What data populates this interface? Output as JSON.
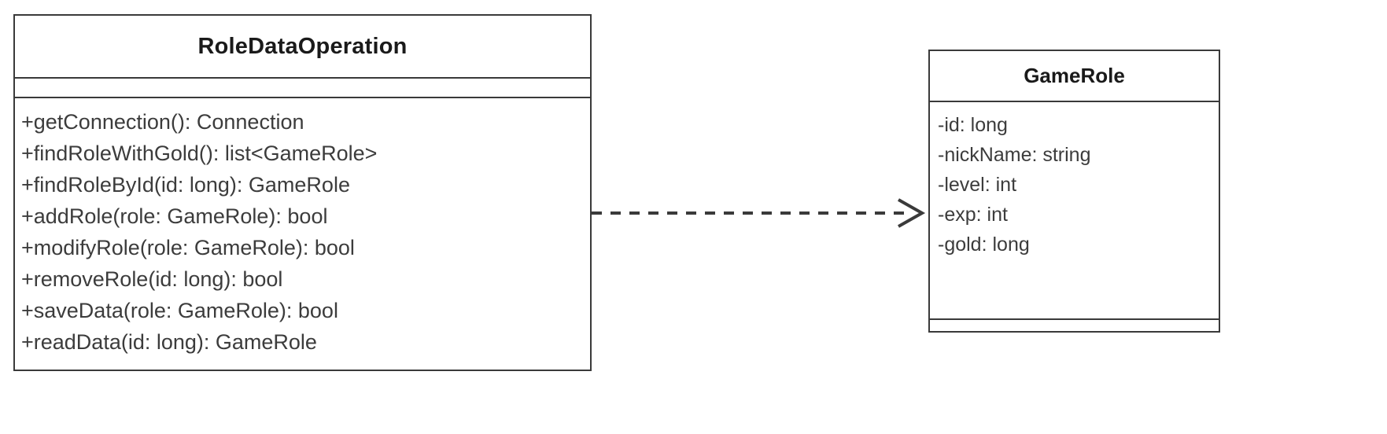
{
  "diagram": {
    "type": "uml-class-diagram",
    "background_color": "#ffffff",
    "line_color": "#3a3a3a",
    "text_color": "#3c3c3c"
  },
  "classes": [
    {
      "id": "role-data-operation",
      "name": "RoleDataOperation",
      "attributes": [],
      "operations": [
        "+getConnection(): Connection",
        "+findRoleWithGold(): list<GameRole>",
        "+findRoleById(id: long): GameRole",
        "+addRole(role: GameRole): bool",
        "+modifyRole(role: GameRole): bool",
        "+removeRole(id: long): bool",
        "+saveData(role: GameRole): bool",
        "+readData(id: long): GameRole"
      ]
    },
    {
      "id": "game-role",
      "name": "GameRole",
      "attributes": [
        "-id: long",
        "-nickName: string",
        "-level: int",
        "-exp: int",
        "-gold: long"
      ],
      "operations": []
    }
  ],
  "relationships": [
    {
      "id": "dependency-1",
      "kind": "dependency",
      "line_style": "dashed",
      "arrowhead": "open-v",
      "label": "",
      "source": "RoleDataOperation",
      "target": "GameRole"
    }
  ]
}
